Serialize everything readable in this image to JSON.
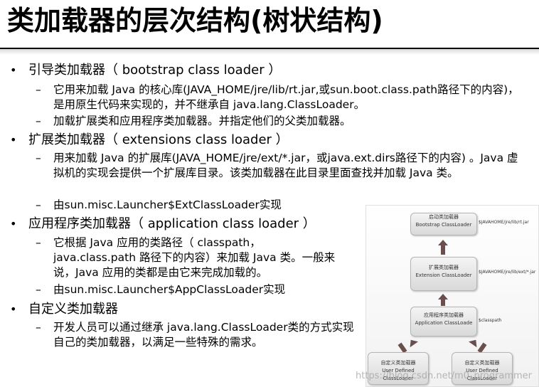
{
  "title": "类加载器的层次结构(树状结构)",
  "sections": [
    {
      "heading": "引导类加载器（ bootstrap class loader ）",
      "items": [
        "它用来加载 Java 的核心库(JAVA_HOME/jre/lib/rt.jar,或sun.boot.class.path路径下的内容)，是用原生代码来实现的，并不继承自 java.lang.ClassLoader。",
        "加载扩展类和应用程序类加载器。并指定他们的父类加载器。"
      ]
    },
    {
      "heading": "扩展类加载器（ extensions class loader ）",
      "items": [
        "用来加载 Java 的扩展库(JAVA_HOME/jre/ext/*.jar，或java.ext.dirs路径下的内容) 。Java 虚拟机的实现会提供一个扩展库目录。该类加载器在此目录里面查找并加载 Java 类。",
        "由sun.misc.Launcher$ExtClassLoader实现"
      ]
    },
    {
      "heading": "应用程序类加载器（ application class loader ）",
      "items": [
        "它根据 Java 应用的类路径（ classpath，java.class.path 路径下的内容）来加载 Java 类。一般来说，Java 应用的类都是由它来完成加载的。",
        "由sun.misc.Launcher$AppClassLoader实现"
      ]
    },
    {
      "heading": "自定义类加载器",
      "items": [
        "开发人员可以通过继承 java.lang.ClassLoader类的方式实现自己的类加载器，以满足一些特殊的需求。"
      ]
    }
  ],
  "diagram": {
    "bootstrap": {
      "cn": "启动类加载器",
      "en": "Bootstrap ClassLoader",
      "path": "$JAVAHOME/jre/lib/rt.jar"
    },
    "extension": {
      "cn": "扩展类加载器",
      "en": "Extension ClassLoader",
      "path": "$JAVAHOME/jre/lib/ext/*.jar"
    },
    "application": {
      "cn": "应用程序类加载器",
      "en": "Application ClassLoade",
      "path": "$classpath"
    },
    "custom1": {
      "cn": "自定义类加载器",
      "en": "User Defined ClassLoader"
    },
    "custom2": {
      "cn": "自定义类加载器",
      "en": "User Defined ClassLoader"
    }
  },
  "watermark": "https://blog.csdn.net/m0_programmer",
  "colors": {
    "arrow": "#6b4f4f",
    "box_top": "#f4f4f4",
    "box_bottom": "#d9d9d9"
  }
}
